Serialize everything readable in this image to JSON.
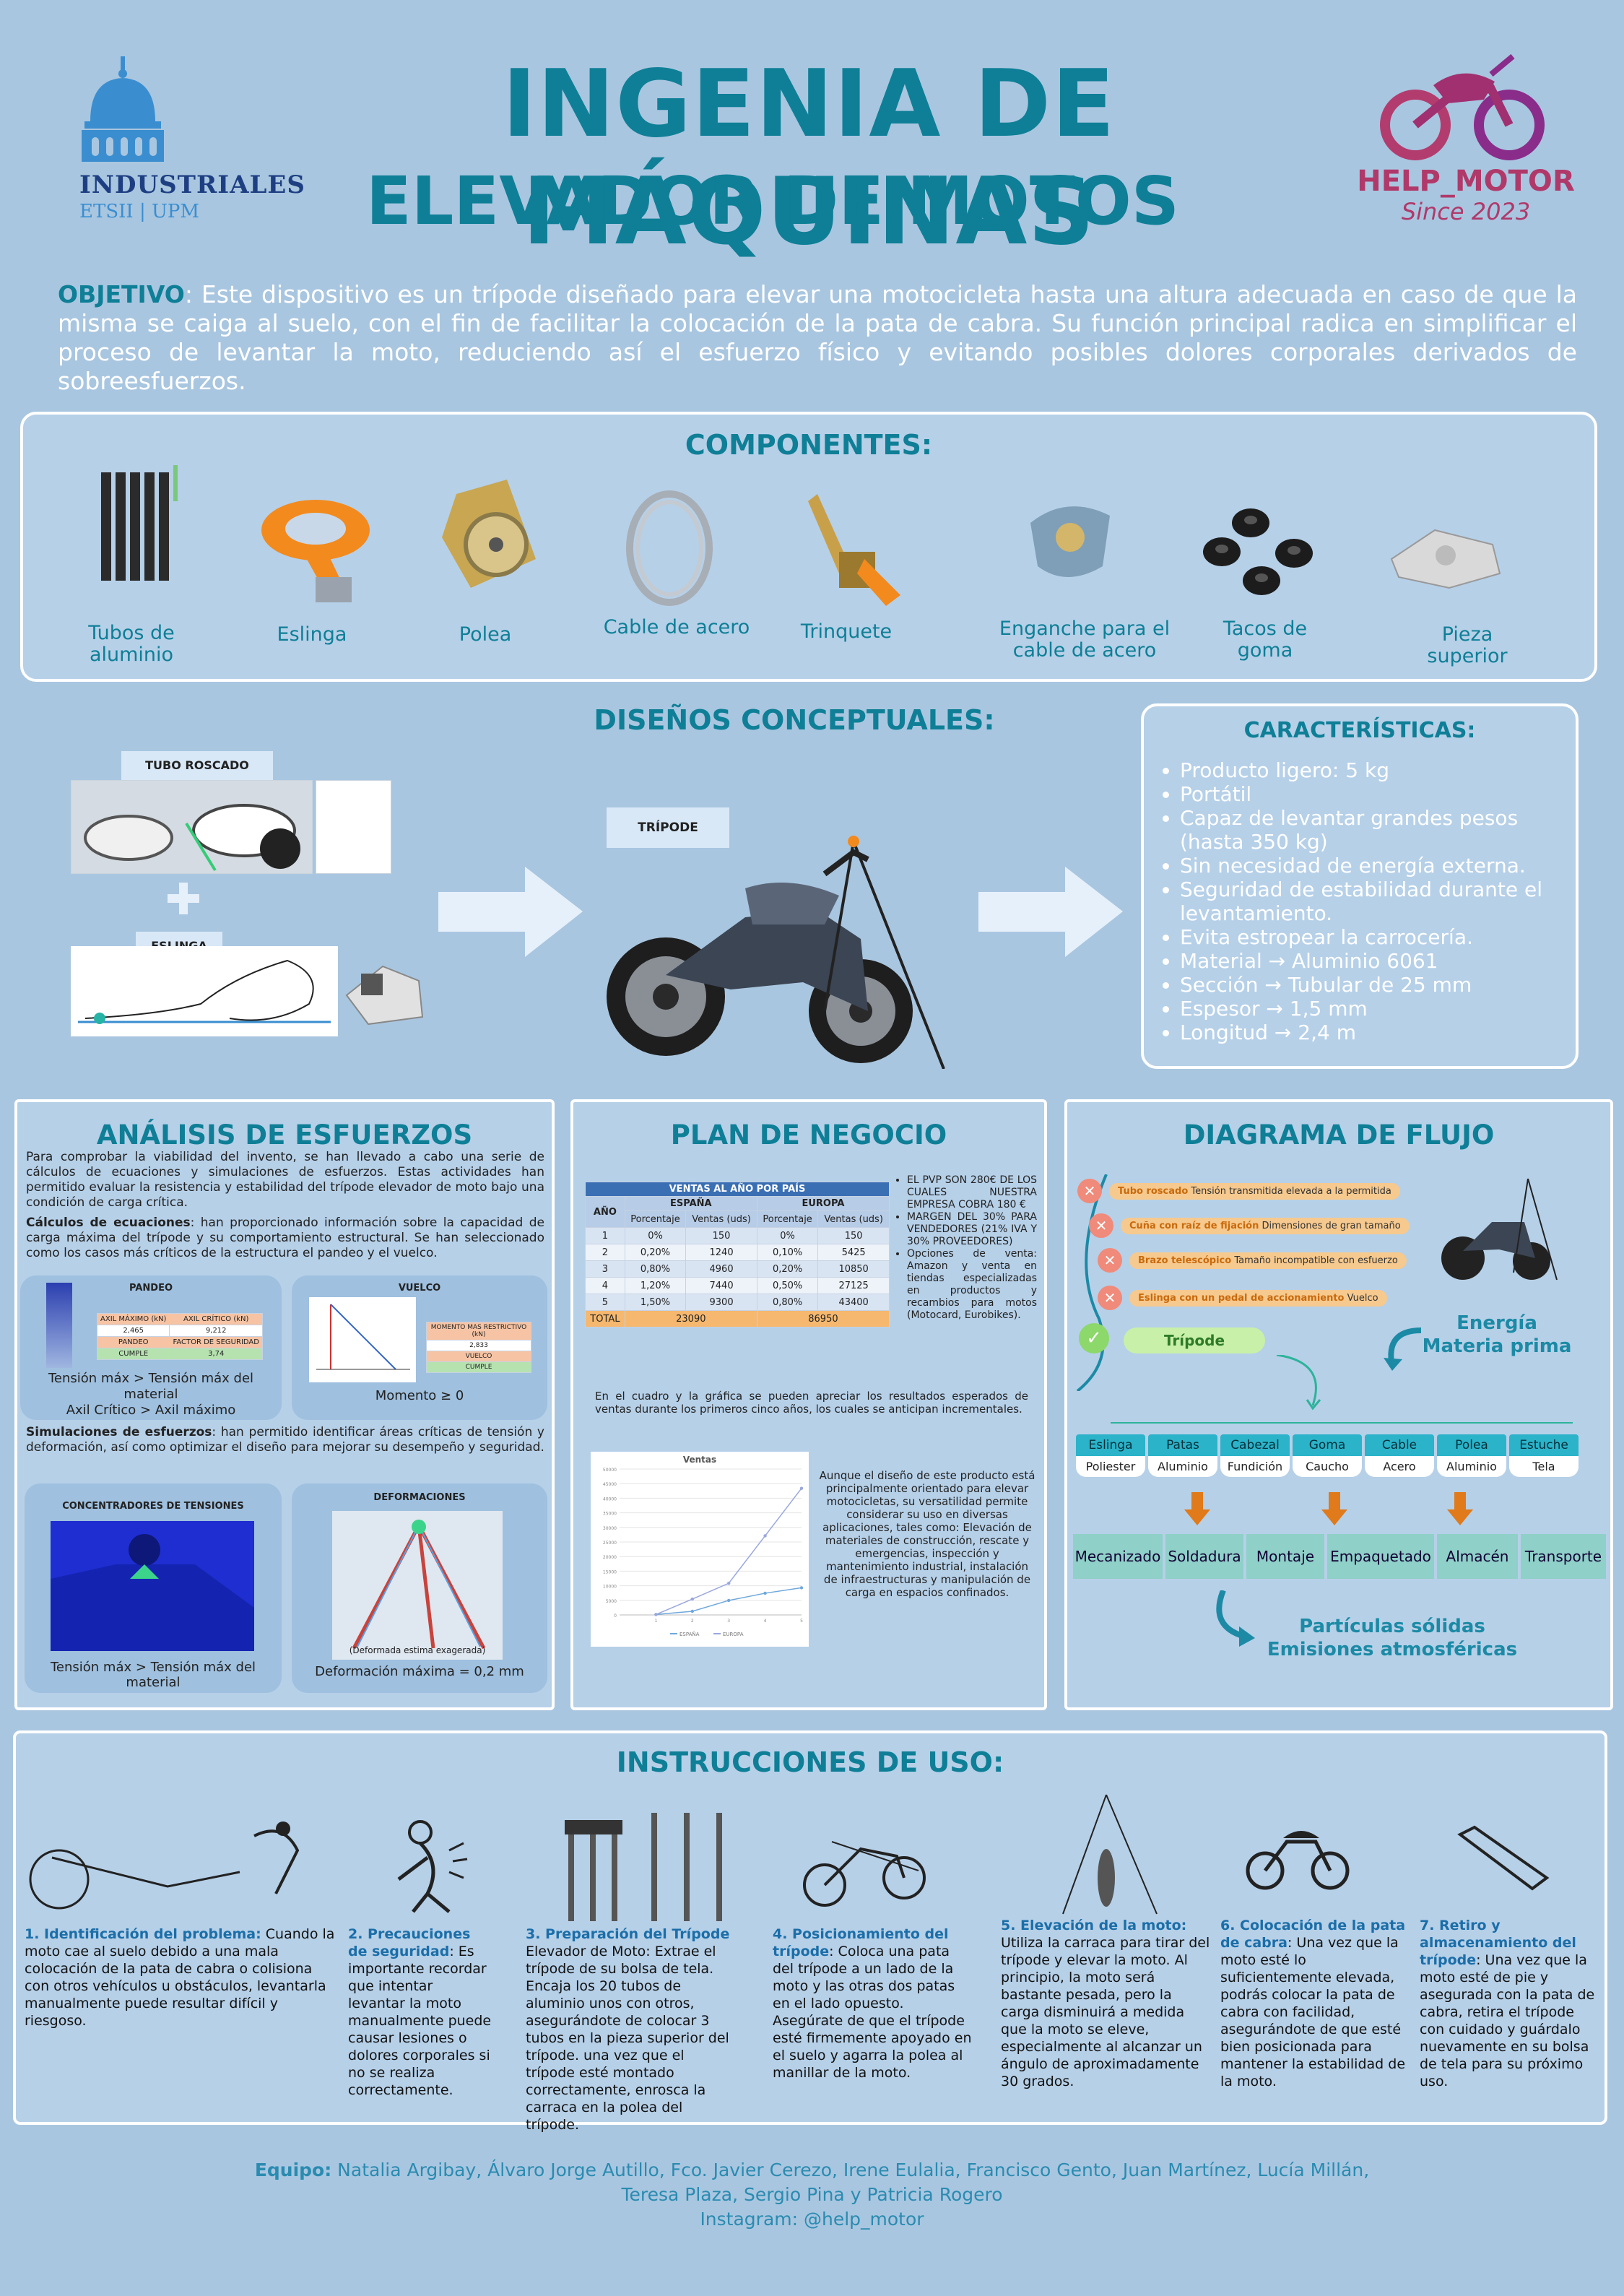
{
  "header": {
    "title": "INGENIA DE MÁQUINAS",
    "subtitle": "ELEVADOR DE MOTOS",
    "logo_left_line1": "INDUSTRIALES",
    "logo_left_line2": "ETSII | UPM",
    "logo_right_line1": "HELP_MOTOR",
    "logo_right_line2": "Since 2023"
  },
  "objective": {
    "label": "OBJETIVO",
    "text": ": Este dispositivo es un trípode diseñado para elevar una motocicleta hasta una altura adecuada en caso de que la misma se caiga al suelo, con el fin de facilitar la colocación de la pata de cabra. Su función principal radica en simplificar el proceso de levantar la moto, reduciendo así el esfuerzo físico y evitando posibles dolores corporales derivados de sobreesfuerzos."
  },
  "components": {
    "title": "COMPONENTES:",
    "items": [
      {
        "label": "Tubos de\naluminio",
        "icon": "tubes-icon"
      },
      {
        "label": "Eslinga",
        "icon": "strap-icon"
      },
      {
        "label": "Polea",
        "icon": "pulley-icon"
      },
      {
        "label": "Cable de acero",
        "icon": "cable-icon"
      },
      {
        "label": "Trinquete",
        "icon": "ratchet-icon"
      },
      {
        "label": "Enganche para el\ncable de acero",
        "icon": "clamp-icon"
      },
      {
        "label": "Tacos de\ngoma",
        "icon": "rubber-feet-icon"
      },
      {
        "label": "Pieza\nsuperior",
        "icon": "top-piece-icon"
      }
    ]
  },
  "designs": {
    "title": "DISEÑOS CONCEPTUALES:",
    "tubo": "TUBO ROSCADO",
    "eslinga": "ESLINGA",
    "tripode": "TRÍPODE"
  },
  "characteristics": {
    "title": "CARACTERÍSTICAS:",
    "items": [
      "Producto ligero: 5 kg",
      "Portátil",
      "Capaz de levantar grandes pesos (hasta 350 kg)",
      "Sin necesidad de energía externa.",
      "Seguridad de estabilidad durante el levantamiento.",
      "Evita estropear la carrocería.",
      "Material → Aluminio 6061",
      "Sección → Tubular de 25 mm",
      "Espesor → 1,5 mm",
      "Longitud → 2,4 m"
    ]
  },
  "analysis": {
    "title": "ANÁLISIS DE ESFUERZOS",
    "intro": "Para comprobar la viabilidad del invento, se han llevado a cabo una serie de cálculos de ecuaciones y simulaciones de esfuerzos. Estas actividades han permitido evaluar la resistencia y estabilidad del trípode elevador de moto bajo una condición de carga crítica.",
    "calc_label": "Cálculos de ecuaciones",
    "calc_text": ": han proporcionado información sobre la capacidad de carga máxima del trípode y su comportamiento estructural. Se han seleccionado como los casos más críticos de la estructura el pandeo y el vuelco.",
    "pandeo_title": "PANDEO",
    "pandeo_table": {
      "h1": "AXIL MÁXIMO (kN)",
      "h2": "AXIL CRÍTICO (kN)",
      "v1": "2,465",
      "v2": "9,212",
      "r2a": "PANDEO",
      "r2b": "FACTOR DE SEGURIDAD",
      "r3a": "CUMPLE",
      "r3b": "3,74"
    },
    "pandeo_caption": "Tensión máx > Tensión máx del material\nAxil Crítico > Axil máximo",
    "vuelco_title": "VUELCO",
    "vuelco_table": {
      "h": "MOMENTO MAS RESTRICTIVO (kN)",
      "v": "2,833",
      "r2": "VUELCO",
      "r3": "CUMPLE"
    },
    "vuelco_caption": "Momento ≥ 0",
    "sim_label": "Simulaciones de esfuerzos",
    "sim_text": ": han permitido identificar áreas críticas de tensión y deformación, así como optimizar el diseño para mejorar su desempeño y seguridad.",
    "conc_title": "CONCENTRADORES DE TENSIONES",
    "conc_caption": "Tensión máx > Tensión máx del material",
    "def_title": "DEFORMACIONES",
    "def_inner": "(Deformada estima exagerada)",
    "def_caption": "Deformación máxima = 0,2 mm"
  },
  "business": {
    "title": "PLAN DE NEGOCIO",
    "table_title": "VENTAS AL AÑO POR PAÍS",
    "col_year": "AÑO",
    "col_spain": "ESPAÑA",
    "col_europe": "EUROPA",
    "sub_pct": "Porcentaje",
    "sub_units": "Ventas (uds)",
    "rows": [
      [
        "1",
        "0%",
        "150",
        "0%",
        "150"
      ],
      [
        "2",
        "0,20%",
        "1240",
        "0,10%",
        "5425"
      ],
      [
        "3",
        "0,80%",
        "4960",
        "0,20%",
        "10850"
      ],
      [
        "4",
        "1,20%",
        "7440",
        "0,50%",
        "27125"
      ],
      [
        "5",
        "1,50%",
        "9300",
        "0,80%",
        "43400"
      ]
    ],
    "total_label": "TOTAL",
    "total_spain": "23090",
    "total_europe": "86950",
    "bullets": [
      "EL PVP SON 280€ DE LOS CUALES NUESTRA EMPRESA COBRA 180 €",
      "MARGEN DEL 30% PARA VENDEDORES (21% IVA Y 30% PROVEEDORES)",
      "Opciones de venta: Amazon y venta en tiendas especializadas en productos y recambios para motos (Motocard, Eurobikes)."
    ],
    "note": "En el cuadro y la gráfica se pueden apreciar los resultados esperados de ventas durante los primeros cinco años, los cuales se anticipan incrementales.",
    "side_text": "Aunque el diseño de este producto está principalmente orientado para elevar motocicletas, su versatilidad permite considerar su uso en diversas aplicaciones, tales como: Elevación de materiales de construcción, rescate y emergencias, inspección y mantenimiento industrial, instalación de infraestructuras y manipulación de carga en espacios confinados."
  },
  "chart_data": {
    "type": "line",
    "title": "Ventas",
    "x": [
      1,
      2,
      3,
      4,
      5
    ],
    "ylim": [
      0,
      50000
    ],
    "yticks": [
      "0",
      "5000",
      "10000",
      "15000",
      "20000",
      "25000",
      "30000",
      "35000",
      "40000",
      "45000",
      "50000"
    ],
    "xticks": [
      "1",
      "2",
      "3",
      "4",
      "5"
    ],
    "series": [
      {
        "name": "ESPAÑA",
        "values": [
          150,
          1240,
          4960,
          7440,
          9300
        ],
        "color": "#6fa8dc"
      },
      {
        "name": "EUROPA",
        "values": [
          150,
          5425,
          10850,
          27125,
          43400
        ],
        "color": "#9aa7dd"
      }
    ],
    "legend": "bottom"
  },
  "flow": {
    "title": "DIAGRAMA DE FLUJO",
    "rejected": [
      {
        "name": "Tubo roscado",
        "reason": "Tensión transmitida elevada a la permitida"
      },
      {
        "name": "Cuña con raíz de fijación",
        "reason": "Dimensiones de gran tamaño"
      },
      {
        "name": "Brazo telescópico",
        "reason": "Tamaño incompatible con esfuerzo"
      },
      {
        "name": "Eslinga con un pedal de accionamiento",
        "reason": "Vuelco"
      }
    ],
    "chosen": "Trípode",
    "energy": "Energía\nMateria prima",
    "materials": [
      {
        "part": "Eslinga",
        "mat": "Poliester"
      },
      {
        "part": "Patas",
        "mat": "Aluminio"
      },
      {
        "part": "Cabezal",
        "mat": "Fundición"
      },
      {
        "part": "Goma",
        "mat": "Caucho"
      },
      {
        "part": "Cable",
        "mat": "Acero"
      },
      {
        "part": "Polea",
        "mat": "Aluminio"
      },
      {
        "part": "Estuche",
        "mat": "Tela"
      }
    ],
    "processes": [
      "Mecanizado",
      "Soldadura",
      "Montaje",
      "Empaquetado",
      "Almacén",
      "Transporte"
    ],
    "outputs": "Partículas sólidas\nEmisiones atmosféricas"
  },
  "instructions": {
    "title": "INSTRUCCIONES DE USO:",
    "steps": [
      {
        "head": "1. Identificación del problema:",
        "body": " Cuando la moto cae al suelo debido a una mala colocación de la pata de cabra o colisiona con otros vehículos u obstáculos, levantarla manualmente puede resultar difícil y riesgoso."
      },
      {
        "head": "2. Precauciones de seguridad",
        "body": ": Es importante recordar que intentar levantar la moto manualmente puede causar lesiones o dolores corporales si no se realiza correctamente."
      },
      {
        "head": "3. Preparación del Trípode",
        "body": " Elevador de Moto: Extrae el trípode de su bolsa de tela. Encaja los 20 tubos de aluminio unos con otros, asegurándote de colocar 3 tubos en la pieza superior del trípode. una vez que el trípode esté montado correctamente, enrosca la carraca en la polea del trípode."
      },
      {
        "head": "4. Posicionamiento del trípode",
        "body": ": Coloca una pata del trípode a un lado de la moto y las otras dos patas en el lado opuesto. Asegúrate de que el trípode esté firmemente apoyado en el suelo y agarra la polea al manillar de la moto."
      },
      {
        "head": "5. Elevación de la moto:",
        "body": " Utiliza la carraca para tirar del trípode y elevar la moto. Al principio, la moto será bastante pesada, pero la carga disminuirá a medida que la moto se eleve, especialmente al alcanzar un ángulo de aproximadamente 30 grados."
      },
      {
        "head": "6. Colocación de la pata de cabra",
        "body": ": Una vez que la moto esté lo suficientemente elevada, podrás colocar la pata de cabra con facilidad, asegurándote de que esté bien posicionada para mantener la estabilidad de la moto."
      },
      {
        "head": "7. Retiro y almacenamiento del trípode",
        "body": ": Una vez que la moto esté de pie y asegurada con la pata de cabra, retira el trípode con cuidado y guárdalo nuevamente en su bolsa de tela para su próximo uso."
      }
    ]
  },
  "footer": {
    "team_label": "Equipo:",
    "team_line1": " Natalia Argibay, Álvaro Jorge Autillo, Fco. Javier Cerezo, Irene Eulalia,  Francisco Gento, Juan Martínez, Lucía Millán,",
    "team_line2": "Teresa Plaza, Sergio Pina y Patricia Rogero",
    "instagram": "Instagram: @help_motor"
  }
}
